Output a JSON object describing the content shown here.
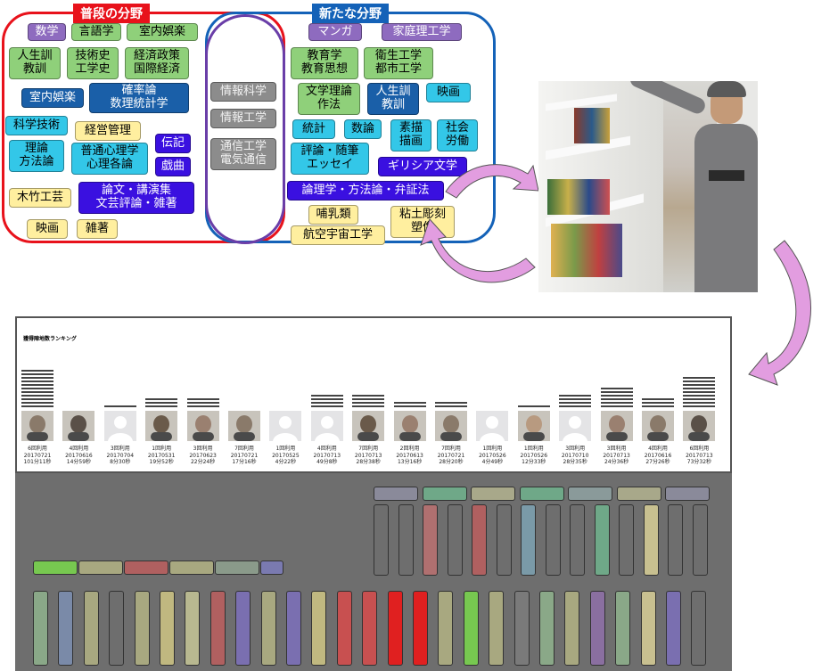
{
  "regions": {
    "usual_title": "普段の分野",
    "new_title": "新たな分野"
  },
  "colors": {
    "usual_border": "#e8121b",
    "new_border": "#1462b8",
    "middle_border": "#6a3ea8",
    "arrow": "#e29de0"
  },
  "usual_tags": [
    {
      "text": "数学",
      "color": "purple"
    },
    {
      "text": "言語学",
      "color": "lgreen"
    },
    {
      "text": "室内娯楽",
      "color": "lgreen"
    },
    {
      "text": "人生訓\n教訓",
      "color": "lgreen"
    },
    {
      "text": "技術史\n工学史",
      "color": "lgreen"
    },
    {
      "text": "経済政策\n国際経済",
      "color": "lgreen"
    },
    {
      "text": "室内娯楽",
      "color": "navy"
    },
    {
      "text": "確率論\n数理統計学",
      "color": "navy"
    },
    {
      "text": "科学技術",
      "color": "cyan"
    },
    {
      "text": "経営管理",
      "color": "yellow"
    },
    {
      "text": "理論\n方法論",
      "color": "cyan"
    },
    {
      "text": "普通心理学\n心理各論",
      "color": "cyan"
    },
    {
      "text": "伝記",
      "color": "royal"
    },
    {
      "text": "戯曲",
      "color": "royal"
    },
    {
      "text": "木竹工芸",
      "color": "yellow"
    },
    {
      "text": "論文・講演集\n文芸評論・雑著",
      "color": "royal"
    },
    {
      "text": "映画",
      "color": "yellow"
    },
    {
      "text": "雑著",
      "color": "yellow"
    }
  ],
  "middle_tags": [
    {
      "text": "情報科学"
    },
    {
      "text": "情報工学"
    },
    {
      "text": "通信工学\n電気通信"
    }
  ],
  "new_tags": [
    {
      "text": "マンガ",
      "color": "purple"
    },
    {
      "text": "家庭理工学",
      "color": "purple"
    },
    {
      "text": "教育学\n教育思想",
      "color": "lgreen"
    },
    {
      "text": "衛生工学\n都市工学",
      "color": "lgreen"
    },
    {
      "text": "文学理論\n作法",
      "color": "lgreen"
    },
    {
      "text": "人生訓\n教訓",
      "color": "navy"
    },
    {
      "text": "映画",
      "color": "cyan"
    },
    {
      "text": "統計",
      "color": "cyan"
    },
    {
      "text": "数論",
      "color": "cyan"
    },
    {
      "text": "素描\n描画",
      "color": "cyan"
    },
    {
      "text": "社会\n労働",
      "color": "cyan"
    },
    {
      "text": "評論・随筆\nエッセイ",
      "color": "cyan"
    },
    {
      "text": "ギリシア文学",
      "color": "royal"
    },
    {
      "text": "論理学・方法論・弁証法",
      "color": "royal"
    },
    {
      "text": "哺乳類",
      "color": "yellow"
    },
    {
      "text": "粘土彫刻\n塑像",
      "color": "yellow"
    },
    {
      "text": "航空宇宙工学",
      "color": "yellow"
    }
  ],
  "ranking": {
    "title": "獲得陣地数ランキング",
    "entries": [
      {
        "uses": "6回利用",
        "date": "20170721",
        "time": "101分11秒",
        "bars": 11,
        "color": "#c94a4a",
        "avatar": "photo"
      },
      {
        "uses": "4回利用",
        "date": "20170616",
        "time": "14分59秒",
        "bars": 0,
        "color": "#999999",
        "avatar": "photo"
      },
      {
        "uses": "3回利用",
        "date": "20170704",
        "time": "8分30秒",
        "bars": 1,
        "color": "#6a5fb8",
        "avatar": "blank"
      },
      {
        "uses": "1回利用",
        "date": "20170531",
        "time": "19分52秒",
        "bars": 3,
        "color": "#c8c07a",
        "avatar": "photo"
      },
      {
        "uses": "3回利用",
        "date": "20170623",
        "time": "22分24秒",
        "bars": 3,
        "color": "#6aa889",
        "avatar": "photo"
      },
      {
        "uses": "7回利用",
        "date": "20170721",
        "time": "17分16秒",
        "bars": 0,
        "color": "#999999",
        "avatar": "photo"
      },
      {
        "uses": "1回利用",
        "date": "20170525",
        "time": "4分22秒",
        "bars": 0,
        "color": "#999999",
        "avatar": "blank"
      },
      {
        "uses": "4回利用",
        "date": "20170713",
        "time": "49分8秒",
        "bars": 4,
        "color": "#6aa889",
        "avatar": "blank"
      },
      {
        "uses": "7回利用",
        "date": "20170713",
        "time": "28分38秒",
        "bars": 4,
        "color": "#6aa889",
        "avatar": "photo"
      },
      {
        "uses": "2回利用",
        "date": "20170613",
        "time": "13分16秒",
        "bars": 2,
        "color": "#5a7ab8",
        "avatar": "photo"
      },
      {
        "uses": "7回利用",
        "date": "20170721",
        "time": "28分20秒",
        "bars": 2,
        "color": "#8a5fb8",
        "avatar": "photo"
      },
      {
        "uses": "1回利用",
        "date": "20170526",
        "time": "4分49秒",
        "bars": 0,
        "color": "#999999",
        "avatar": "blank"
      },
      {
        "uses": "1回利用",
        "date": "20170526",
        "time": "12分33秒",
        "bars": 1,
        "color": "#c96a6a",
        "avatar": "photo"
      },
      {
        "uses": "3回利用",
        "date": "20170710",
        "time": "28分35秒",
        "bars": 4,
        "color": "#6aa889",
        "avatar": "blank"
      },
      {
        "uses": "3回利用",
        "date": "20170713",
        "time": "24分36秒",
        "bars": 6,
        "color": "#7a6fc8",
        "avatar": "photo"
      },
      {
        "uses": "4回利用",
        "date": "20170616",
        "time": "27分26秒",
        "bars": 3,
        "color": "#c07ab8",
        "avatar": "photo"
      },
      {
        "uses": "6回利用",
        "date": "20170713",
        "time": "73分32秒",
        "bars": 9,
        "color": "#d8d08a",
        "avatar": "photo"
      }
    ]
  },
  "floor": {
    "bg": "#6e6e6e",
    "upper_shelves": [
      "#8a8a9a",
      "#6fa888",
      "#a8a88a",
      "#6fa888",
      "#8a9a9a",
      "#a8a88a",
      "#8a8a9a"
    ],
    "upper_bars": [
      "#6e6e6e",
      "#6e6e6e",
      "#b07070",
      "#6e6e6e",
      "#b06060",
      "#6e6e6e",
      "#7a9aa8",
      "#6e6e6e",
      "#6e6e6e",
      "#6fa888",
      "#6e6e6e",
      "#c8c090",
      "#6e6e6e",
      "#6e6e6e"
    ],
    "left_shelves": [
      "#77c850",
      "#a8a880",
      "#b06060",
      "#a8a880",
      "#8a9a8a",
      "#7a7ab0"
    ],
    "lower_bars": [
      "#8aa888",
      "#7a8aa8",
      "#a8a880",
      "#6e6e6e",
      "#a8a880",
      "#c0b880",
      "#b8b890",
      "#b06060",
      "#7a6fb0",
      "#a8a880",
      "#7a6fb0",
      "#c0b880",
      "#c85050",
      "#c85050",
      "#e02020",
      "#e02020",
      "#a8a880",
      "#77c850",
      "#a8a880",
      "#7a7a7a",
      "#8aa888",
      "#a8a880",
      "#8a6fa0",
      "#8aa888",
      "#c8c090",
      "#7a6fb0",
      "#6e6e6e"
    ]
  }
}
